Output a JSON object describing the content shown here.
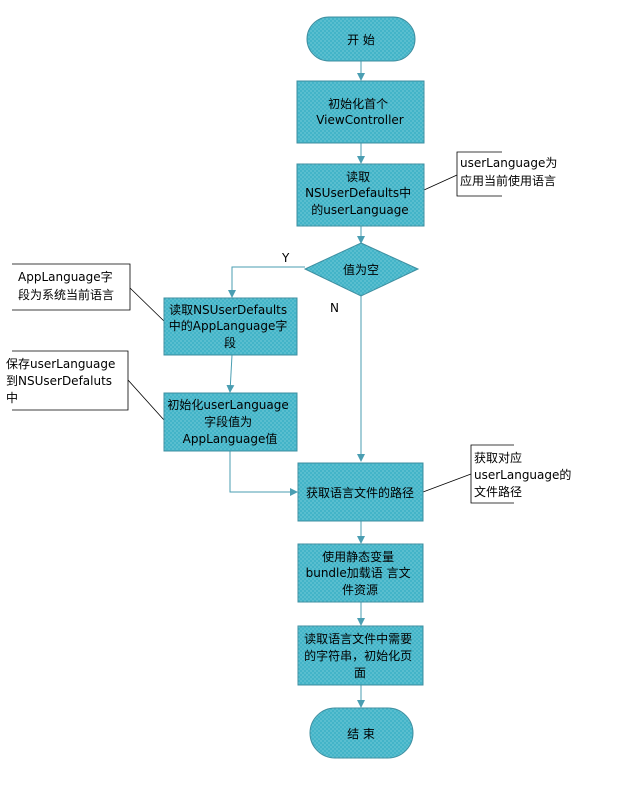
{
  "colors": {
    "node_fill": "#43b4c8",
    "node_stroke": "#3f8fa0",
    "line": "#4a9eb2",
    "note_line": "#000000"
  },
  "nodes": {
    "start": {
      "lines": [
        "开 始"
      ]
    },
    "init_vc": {
      "lines": [
        "初始化首个",
        "ViewController"
      ]
    },
    "read_user_lang": {
      "lines": [
        "读取",
        "NSUserDefaults中",
        "的userLanguage"
      ]
    },
    "is_empty": {
      "lines": [
        "值为空"
      ]
    },
    "read_app_lang": {
      "lines": [
        "读取NSUserDefaults",
        "中的AppLanguage字",
        "段"
      ]
    },
    "init_user_lang": {
      "lines": [
        "初始化userLanguage",
        "字段值为",
        "AppLanguage值"
      ]
    },
    "get_path": {
      "lines": [
        "获取语言文件的路径"
      ]
    },
    "load_bundle": {
      "lines": [
        "使用静态变量",
        "bundle加载语 言文",
        "件资源"
      ]
    },
    "read_strings": {
      "lines": [
        "读取语言文件中需要",
        "的字符串，初始化页",
        "面"
      ]
    },
    "end": {
      "lines": [
        "结 束"
      ]
    }
  },
  "notes": {
    "user_lang_note": {
      "lines": [
        "userLanguage为",
        "应用当前使用语言"
      ]
    },
    "app_lang_note": {
      "lines": [
        "AppLanguage字",
        "段为系统当前语言"
      ]
    },
    "save_note": {
      "lines": [
        "保存userLanguage",
        "到NSUserDefaluts",
        "中"
      ]
    },
    "path_note": {
      "lines": [
        "获取对应",
        "userLanguage的",
        "文件路径"
      ]
    }
  },
  "edge_labels": {
    "yes": "Y",
    "no": "N"
  }
}
